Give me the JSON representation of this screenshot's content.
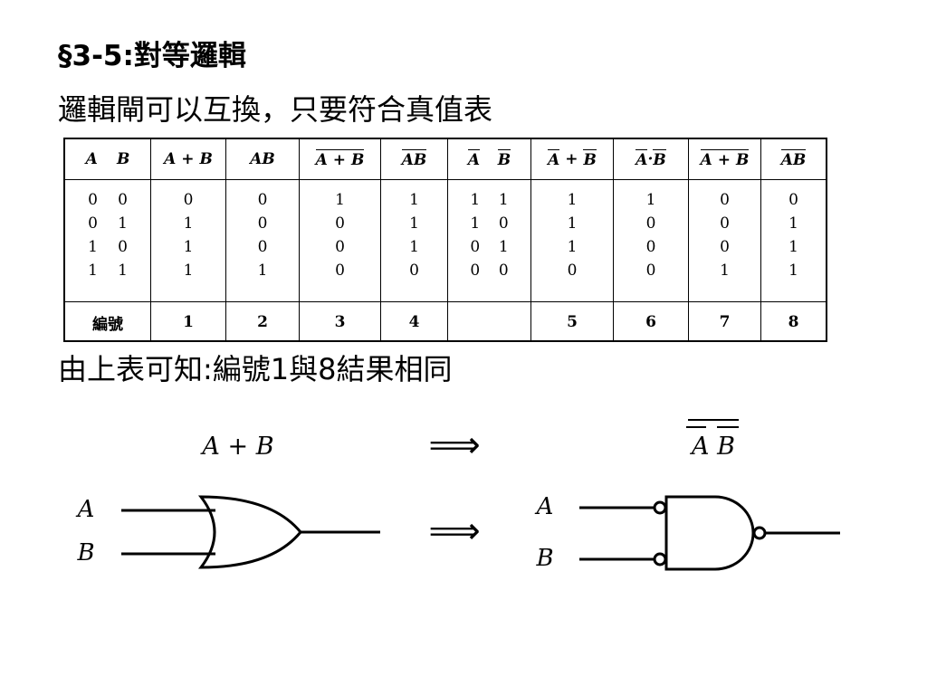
{
  "title": "§3-5:對等邏輯",
  "subtitle": "邏輯閘可以互換，只要符合真值表",
  "conclusion": "由上表可知:編號1與8結果相同",
  "truth_table": {
    "inputs": {
      "A": [
        "0",
        "0",
        "1",
        "1"
      ],
      "B": [
        "0",
        "1",
        "0",
        "1"
      ]
    },
    "columns": [
      {
        "id": "a-plus-b",
        "header": "A + B",
        "values": [
          "0",
          "1",
          "1",
          "1"
        ],
        "number": "1"
      },
      {
        "id": "ab",
        "header": "AB",
        "values": [
          "0",
          "0",
          "0",
          "1"
        ],
        "number": "2"
      },
      {
        "id": "not-a-plus-b",
        "header": "A + B",
        "values": [
          "1",
          "0",
          "0",
          "0"
        ],
        "number": "3"
      },
      {
        "id": "not-ab",
        "header": "AB",
        "values": [
          "1",
          "1",
          "1",
          "0"
        ],
        "number": "4"
      },
      {
        "id": "a-bar-plus-b-bar",
        "header": "A + B",
        "values": [
          "1",
          "1",
          "1",
          "0"
        ],
        "number": "5"
      },
      {
        "id": "a-bar-dot-b-bar",
        "header": "A·B",
        "values": [
          "1",
          "0",
          "0",
          "0"
        ],
        "number": "6"
      },
      {
        "id": "not-a-bar-plus-b-bar",
        "header": "A + B",
        "values": [
          "0",
          "0",
          "0",
          "1"
        ],
        "number": "7"
      },
      {
        "id": "not-a-bar-b-bar",
        "header": "AB",
        "values": [
          "0",
          "1",
          "1",
          "1"
        ],
        "number": "8"
      }
    ],
    "complements": {
      "A_bar": [
        "1",
        "1",
        "0",
        "0"
      ],
      "B_bar": [
        "1",
        "0",
        "1",
        "0"
      ]
    },
    "number_label": "編號"
  },
  "diagram": {
    "left_expr": "A + B",
    "right_expr": "A B",
    "implies_symbol": "⟹",
    "input_a": "A",
    "input_b": "B"
  }
}
